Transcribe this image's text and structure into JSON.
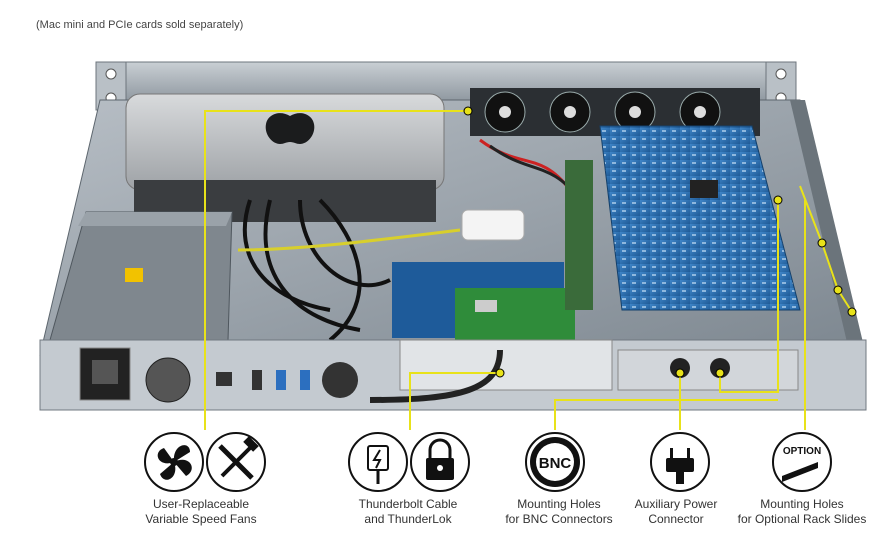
{
  "note": "(Mac mini and PCIe cards sold separately)",
  "chassis_labels": {
    "bnc": "BNC",
    "option": "OPTION"
  },
  "captions": [
    {
      "line1": "User-Replaceable",
      "line2": "Variable Speed Fans",
      "icons": [
        "fan-icon",
        "tools-icon"
      ]
    },
    {
      "line1": "Thunderbolt Cable",
      "line2": "and ThunderLok",
      "icons": [
        "thunderbolt-cable-icon",
        "padlock-icon"
      ]
    },
    {
      "line1": "Mounting Holes",
      "line2": "for BNC Connectors",
      "icons": [
        "bnc-icon"
      ]
    },
    {
      "line1": "Auxiliary Power",
      "line2": "Connector",
      "icons": [
        "power-plug-icon"
      ]
    },
    {
      "line1": "Mounting Holes",
      "line2": "for Optional Rack Slides",
      "icons": [
        "rack-slide-option-icon"
      ]
    }
  ],
  "colors": {
    "callout": "#e8e21a",
    "pcb": "#2e6fb0",
    "chassis": "#9aa3ab"
  }
}
